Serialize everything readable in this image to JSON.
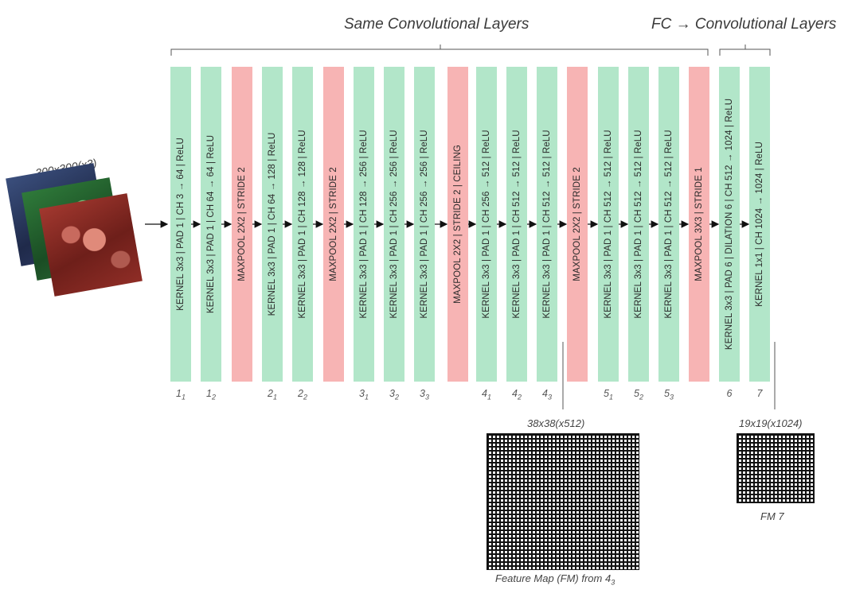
{
  "titles": {
    "same_conv": "Same Convolutional Layers",
    "fc_conv": "FC → Convolutional Layers"
  },
  "input": {
    "label": "300x300(x3)",
    "image_icon": "dogs-photo-rgb-channels"
  },
  "layers": [
    {
      "kind": "conv",
      "label": "KERNEL 3x3 | PAD 1 | CH  3 → 64 | ReLU",
      "idx_main": "1",
      "idx_sub": "1"
    },
    {
      "kind": "conv",
      "label": "KERNEL 3x3 | PAD 1 | CH  64 → 64 | ReLU",
      "idx_main": "1",
      "idx_sub": "2"
    },
    {
      "kind": "pool",
      "label": "MAXPOOL 2X2 | STRIDE 2",
      "idx_main": "",
      "idx_sub": ""
    },
    {
      "kind": "conv",
      "label": "KERNEL 3x3 | PAD 1 | CH  64 → 128 | ReLU",
      "idx_main": "2",
      "idx_sub": "1"
    },
    {
      "kind": "conv",
      "label": "KERNEL 3x3 | PAD 1 | CH  128 → 128 | ReLU",
      "idx_main": "2",
      "idx_sub": "2"
    },
    {
      "kind": "pool",
      "label": "MAXPOOL 2X2 | STRIDE 2",
      "idx_main": "",
      "idx_sub": ""
    },
    {
      "kind": "conv",
      "label": "KERNEL 3x3 | PAD 1 | CH  128 → 256 | ReLU",
      "idx_main": "3",
      "idx_sub": "1"
    },
    {
      "kind": "conv",
      "label": "KERNEL 3x3 | PAD 1 | CH  256 → 256 | ReLU",
      "idx_main": "3",
      "idx_sub": "2"
    },
    {
      "kind": "conv",
      "label": "KERNEL 3x3 | PAD 1 | CH  256 → 256 | ReLU",
      "idx_main": "3",
      "idx_sub": "3"
    },
    {
      "kind": "pool",
      "label": "MAXPOOL 2X2 | STRIDE 2 | CEILING",
      "idx_main": "",
      "idx_sub": ""
    },
    {
      "kind": "conv",
      "label": "KERNEL 3x3 | PAD 1 | CH  256 → 512 | ReLU",
      "idx_main": "4",
      "idx_sub": "1"
    },
    {
      "kind": "conv",
      "label": "KERNEL 3x3 | PAD 1 | CH  512 → 512 | ReLU",
      "idx_main": "4",
      "idx_sub": "2"
    },
    {
      "kind": "conv",
      "label": "KERNEL 3x3 | PAD 1 | CH  512 → 512 | ReLU",
      "idx_main": "4",
      "idx_sub": "3"
    },
    {
      "kind": "pool",
      "label": "MAXPOOL 2X2 | STRIDE 2",
      "idx_main": "",
      "idx_sub": ""
    },
    {
      "kind": "conv",
      "label": "KERNEL 3x3 | PAD 1 | CH  512 → 512 | ReLU",
      "idx_main": "5",
      "idx_sub": "1"
    },
    {
      "kind": "conv",
      "label": "KERNEL 3x3 | PAD 1 | CH  512 → 512 | ReLU",
      "idx_main": "5",
      "idx_sub": "2"
    },
    {
      "kind": "conv",
      "label": "KERNEL 3x3 | PAD 1 | CH  512 → 512 | ReLU",
      "idx_main": "5",
      "idx_sub": "3"
    },
    {
      "kind": "pool",
      "label": "MAXPOOL 3X3 | STRIDE 1",
      "idx_main": "",
      "idx_sub": ""
    },
    {
      "kind": "conv",
      "label": "KERNEL 3x3 | PAD 6 | DILATION 6 | CH  512 → 1024 | ReLU",
      "idx_main": "6",
      "idx_sub": ""
    },
    {
      "kind": "conv",
      "label": "KERNEL 1x1 | CH  1024 → 1024 | ReLU",
      "idx_main": "7",
      "idx_sub": ""
    }
  ],
  "feature_maps": {
    "fm4": {
      "size_label": "38x38(x512)",
      "caption_main": "Feature Map (FM) from 4",
      "caption_sub": "3"
    },
    "fm7": {
      "size_label": "19x19(x1024)",
      "caption": "FM 7"
    }
  },
  "colors": {
    "conv": "#b2e6c9",
    "pool": "#f7b4b4"
  }
}
